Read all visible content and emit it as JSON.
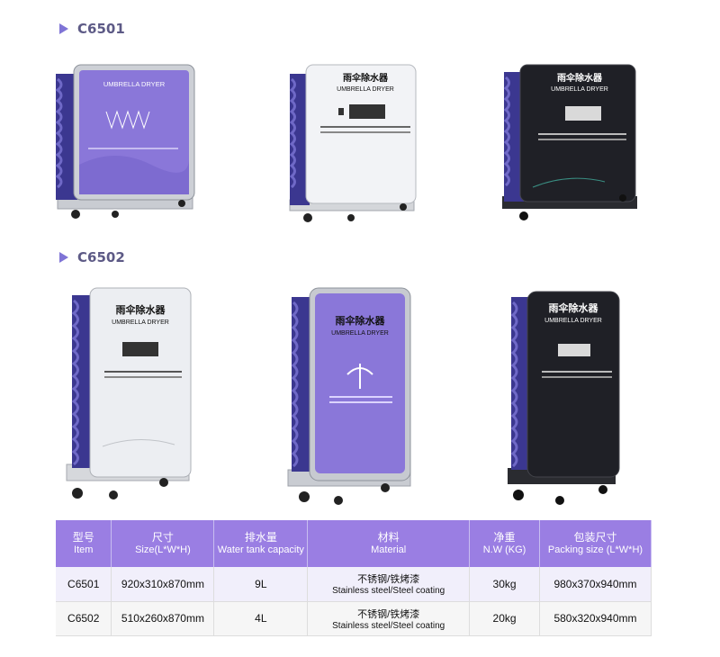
{
  "sections": [
    {
      "label": "C6501"
    },
    {
      "label": "C6502"
    }
  ],
  "panel_text": {
    "cn": "雨伞除水器",
    "en": "UMBRELLA DRYER"
  },
  "colors": {
    "accent": "#9a7ee3",
    "purple_panel": "#8a77d9",
    "white_panel": "#f0f1f4",
    "black_panel": "#1f2026",
    "brush": "#3b3790"
  },
  "table": {
    "headers": [
      {
        "cn": "型号",
        "en": "Item"
      },
      {
        "cn": "尺寸",
        "en": "Size(L*W*H)"
      },
      {
        "cn": "排水量",
        "en": "Water tank capacity"
      },
      {
        "cn": "材料",
        "en": "Material"
      },
      {
        "cn": "净重",
        "en": "N.W (KG)"
      },
      {
        "cn": "包装尺寸",
        "en": "Packing size (L*W*H)"
      }
    ],
    "rows": [
      {
        "item": "C6501",
        "size": "920x310x870mm",
        "capacity": "9L",
        "material_cn": "不锈钢/铁烤漆",
        "material_en": "Stainless steel/Steel coating",
        "weight": "30kg",
        "packing": "980x370x940mm"
      },
      {
        "item": "C6502",
        "size": "510x260x870mm",
        "capacity": "4L",
        "material_cn": "不锈钢/铁烤漆",
        "material_en": "Stainless steel/Steel coating",
        "weight": "20kg",
        "packing": "580x320x940mm"
      }
    ]
  }
}
